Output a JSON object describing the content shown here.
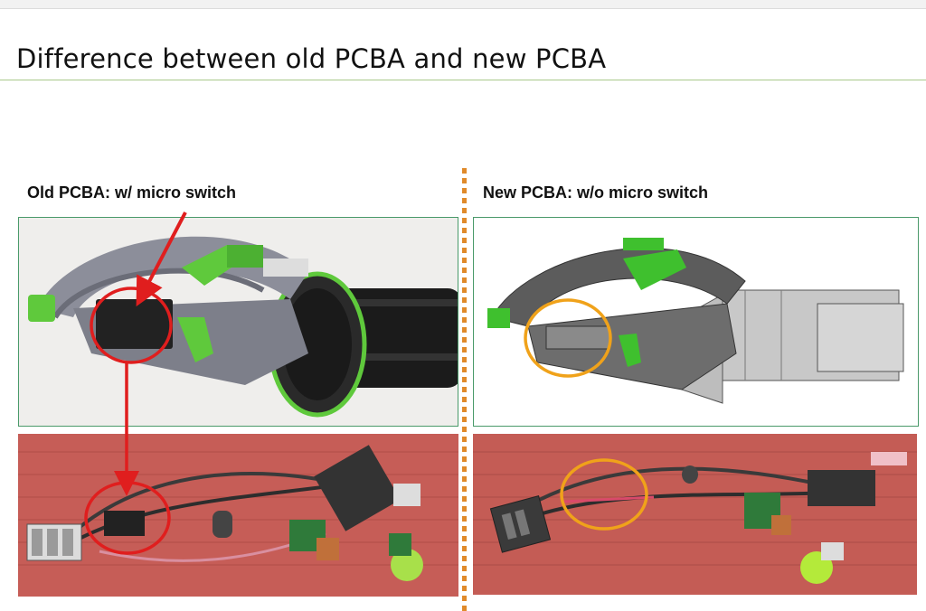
{
  "slide": {
    "title": "Difference between old PCBA and new PCBA"
  },
  "left": {
    "label": "Old PCBA: w/ micro switch"
  },
  "right": {
    "label": "New PCBA: w/o micro switch"
  },
  "colors": {
    "highlight_old": "#e01e1e",
    "highlight_new": "#f0a21a",
    "divider": "#e08a2a",
    "panel_border": "#4a9a6a",
    "accent_green": "#5fc93c"
  }
}
